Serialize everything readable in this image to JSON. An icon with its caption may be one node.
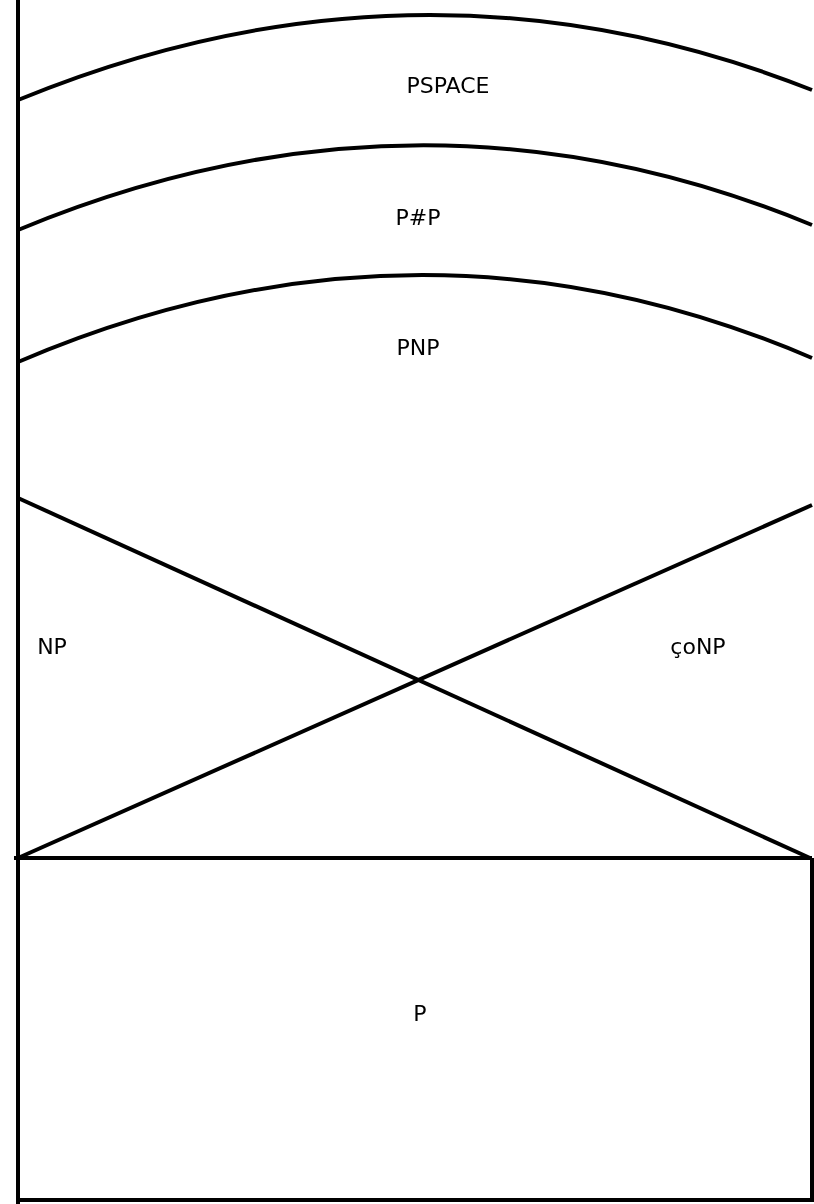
{
  "diagram": {
    "labels": [
      "PSPACE",
      "P#P",
      "PNP",
      "NP",
      "çoNP",
      "P"
    ]
  }
}
